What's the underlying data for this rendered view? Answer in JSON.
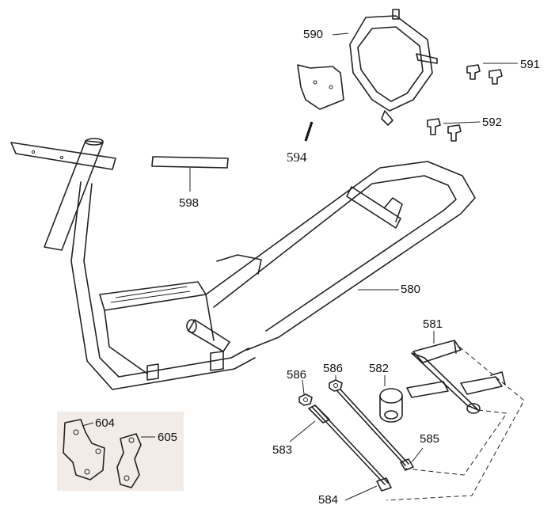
{
  "labels": {
    "p580": "580",
    "p581": "581",
    "p582": "582",
    "p583": "583",
    "p584": "584",
    "p585": "585",
    "p586a": "586",
    "p586b": "586",
    "p590": "590",
    "p591": "591",
    "p592": "592",
    "p594": "594",
    "p598": "598",
    "p604": "604",
    "p605": "605"
  }
}
